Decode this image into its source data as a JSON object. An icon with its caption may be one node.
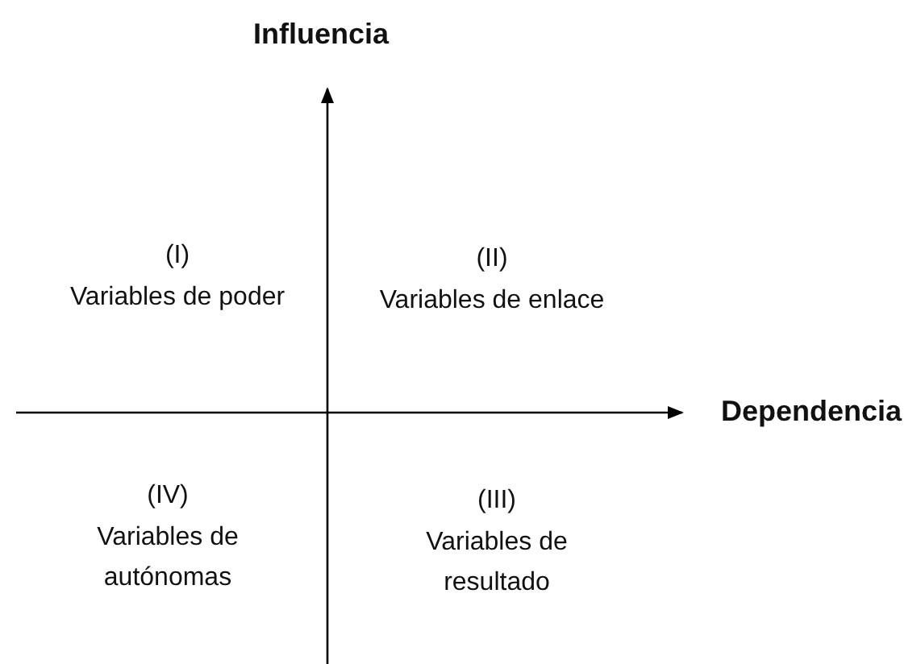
{
  "diagram": {
    "labels": [
      "Influencia",
      "(I)",
      "Variables de poder",
      "(II)",
      "Variables de enlace",
      "Dependencia",
      "(IV)",
      "Variables de autónomas",
      "(III)",
      "Variables de resultado"
    ]
  }
}
